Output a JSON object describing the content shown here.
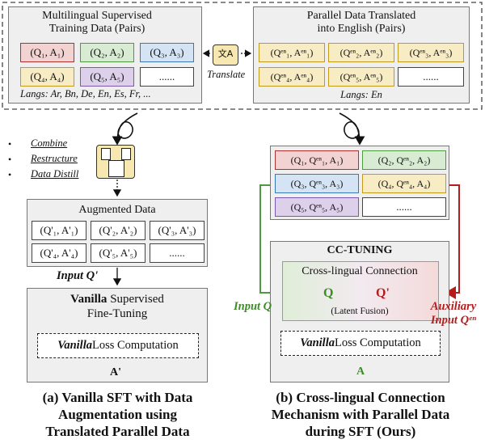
{
  "top": {
    "left_title": "Multilingual Supervised\nTraining Data (Pairs)",
    "left_cells": [
      "(Q₁, A₁)",
      "(Q₂, A₂)",
      "(Q₃, A₃)",
      "(Q₄, A₄)",
      "(Q₅, A₅)",
      "......"
    ],
    "left_langs": "Langs: Ar, Bn, De, En, Es, Fr, ...",
    "translate_label": "Translate",
    "right_title": "Parallel Data Translated\ninto English (Pairs)",
    "right_cells": [
      "(Qᵉⁿ₁, Aᵉⁿ₁)",
      "(Qᵉⁿ₂, Aᵉⁿ₂)",
      "(Qᵉⁿ₃, Aᵉⁿ₃)",
      "(Qᵉⁿ₄, Aᵉⁿ₄)",
      "(Qᵉⁿ₅, Aᵉⁿ₅)",
      "......"
    ],
    "right_langs": "Langs: En"
  },
  "left_col": {
    "bullets": [
      "Combine",
      "Restructure",
      "Data Distill"
    ],
    "aug_title": "Augmented Data",
    "aug_cells": [
      "(Q'₁, A'₁)",
      "(Q'₂, A'₂)",
      "(Q'₃, A'₃)",
      "(Q'₄, A'₄)",
      "(Q'₅, A'₅)",
      "......"
    ],
    "input_label": "Input Q'",
    "sft_bold": "Vanilla",
    "sft_rest": " Supervised",
    "sft_line2": "Fine-Tuning",
    "loss_bold": "Vanilla",
    "loss_rest": " Loss Computation",
    "bottom_label": "A'",
    "caption": "(a) Vanilla SFT with Data\nAugmentation using\nTranslated Parallel Data"
  },
  "right_col": {
    "cells": [
      "(Q₁, Qᵉⁿ₁, A₁)",
      "(Q₂, Qᵉⁿ₂, A₂)",
      "(Q₃, Qᵉⁿ₃, A₃)",
      "(Q₄, Qᵉⁿ₄, A₄)",
      "(Q₅, Qᵉⁿ₅, A₅)",
      "......"
    ],
    "cc_title": "CC-TUNING",
    "cross_title": "Cross-lingual Connection",
    "q_label": "Q",
    "qprime_label": "Q'",
    "latent_label": "(Latent Fusion)",
    "input_q_label": "Input Q",
    "aux_label": "Auxiliary\nInput Qᵉⁿ",
    "loss_bold": "Vanilla",
    "loss_rest": " Loss Computation",
    "bottom_label": "A",
    "caption": "(b) Cross-lingual Connection\nMechanism with Parallel Data\nduring SFT (Ours)"
  },
  "colors": {
    "red_cell": "#f3d2d2",
    "red_border": "#b03030",
    "green_cell": "#d8ecd4",
    "green_border": "#4e9a3e",
    "blue_cell": "#d4e4f4",
    "blue_border": "#3a78b8",
    "yellow_cell": "#f7ecc4",
    "yellow_border": "#c49a1a",
    "purple_cell": "#dcd0ea",
    "purple_border": "#7a5aa8",
    "green_text": "#3f8a2a",
    "red_text": "#b51c1c"
  }
}
